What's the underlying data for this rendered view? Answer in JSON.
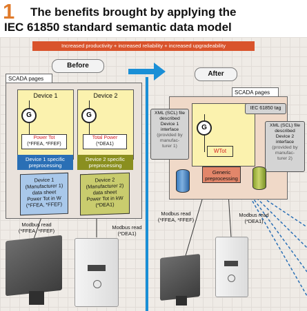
{
  "figure": {
    "number": "1",
    "title_line1": "The benefits brought by applying the",
    "title_line2": "IEC 61850 standard semantic data model",
    "banner": "Increased productivity + increased reliability + increased upgradeability"
  },
  "before": {
    "label": "Before",
    "scada_label": "SCADA pages",
    "device1": {
      "title": "Device 1",
      "generator": "G",
      "power_name": "Power Tot",
      "power_codes": "(*FFEA, *FFEF)",
      "preprocessing": [
        "Device 1 specific",
        "preprocessing"
      ],
      "datasheet": [
        "Device 1",
        "(Manufacturer 1)",
        "data sheet",
        "Power Tot in W",
        "(*FFEA, *FFEF)"
      ],
      "modbus_label": "Modbus read",
      "modbus_codes": "(*FFEA, *FFEF)"
    },
    "device2": {
      "title": "Device 2",
      "generator": "G",
      "power_name": "Total Power",
      "power_codes": "(*DEA1)",
      "preprocessing": [
        "Device 2 specific",
        "preprocessing"
      ],
      "datasheet": [
        "Device 2",
        "(Manufacturer 2)",
        "data sheet",
        "Power Tot in kW",
        "(*DEA1)"
      ],
      "modbus_label": "Modbus read",
      "modbus_codes": "(*DEA1)"
    }
  },
  "after": {
    "label": "After",
    "scada_label": "SCADA pages",
    "generator": "G",
    "wtot": "WTot",
    "iec_tag": "IEC 61850 tag",
    "generic_preprocessing": [
      "Generic",
      "preprocessing"
    ],
    "xml1": {
      "lines": [
        "XML (SCL) file",
        "described",
        "Device 1",
        "interface"
      ],
      "note": [
        "(provided by",
        "manufac-",
        "turer 1)"
      ]
    },
    "xml2": {
      "lines": [
        "XML (SCL) file",
        "described",
        "Device 2",
        "interface"
      ],
      "note": [
        "(provided by",
        "manufac-",
        "turer 2)"
      ]
    },
    "modbus1_label": "Modbus read",
    "modbus1_codes": "(*FFEA, *FFEF)",
    "modbus2_label": "Modbus read",
    "modbus2_codes": "(*DEA1)"
  },
  "colors": {
    "accent_orange": "#e07a2a",
    "banner_red": "#d9532b",
    "arrow_blue": "#1a8fd6",
    "device_yellow": "#fbf2ae",
    "device1_blue": "#2a6fb5",
    "device2_olive": "#8a8f1f",
    "generic_salmon": "#e2866a",
    "power_red": "#d42020"
  }
}
